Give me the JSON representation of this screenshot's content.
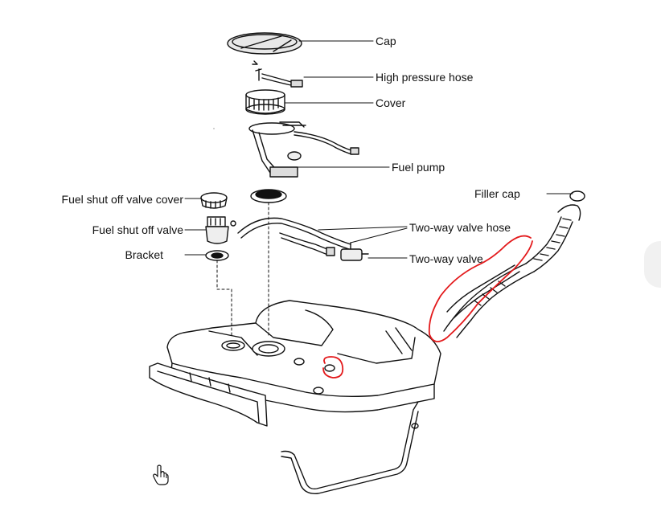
{
  "labels": {
    "cap": "Cap",
    "high_pressure_hose": "High pressure hose",
    "cover": "Cover",
    "fuel_pump": "Fuel pump",
    "filler_cap": "Filler cap",
    "fuel_shut_off_valve_cover": "Fuel shut off valve cover",
    "fuel_shut_off_valve": "Fuel shut off valve",
    "bracket": "Bracket",
    "two_way_valve_hose": "Two-way valve hose",
    "two_way_valve": "Two-way valve"
  },
  "colors": {
    "line": "#111111",
    "highlight": "#e3191b",
    "side_tab": "#f1f1f1"
  },
  "icons": {
    "cursor": "hand-pointer-icon"
  }
}
